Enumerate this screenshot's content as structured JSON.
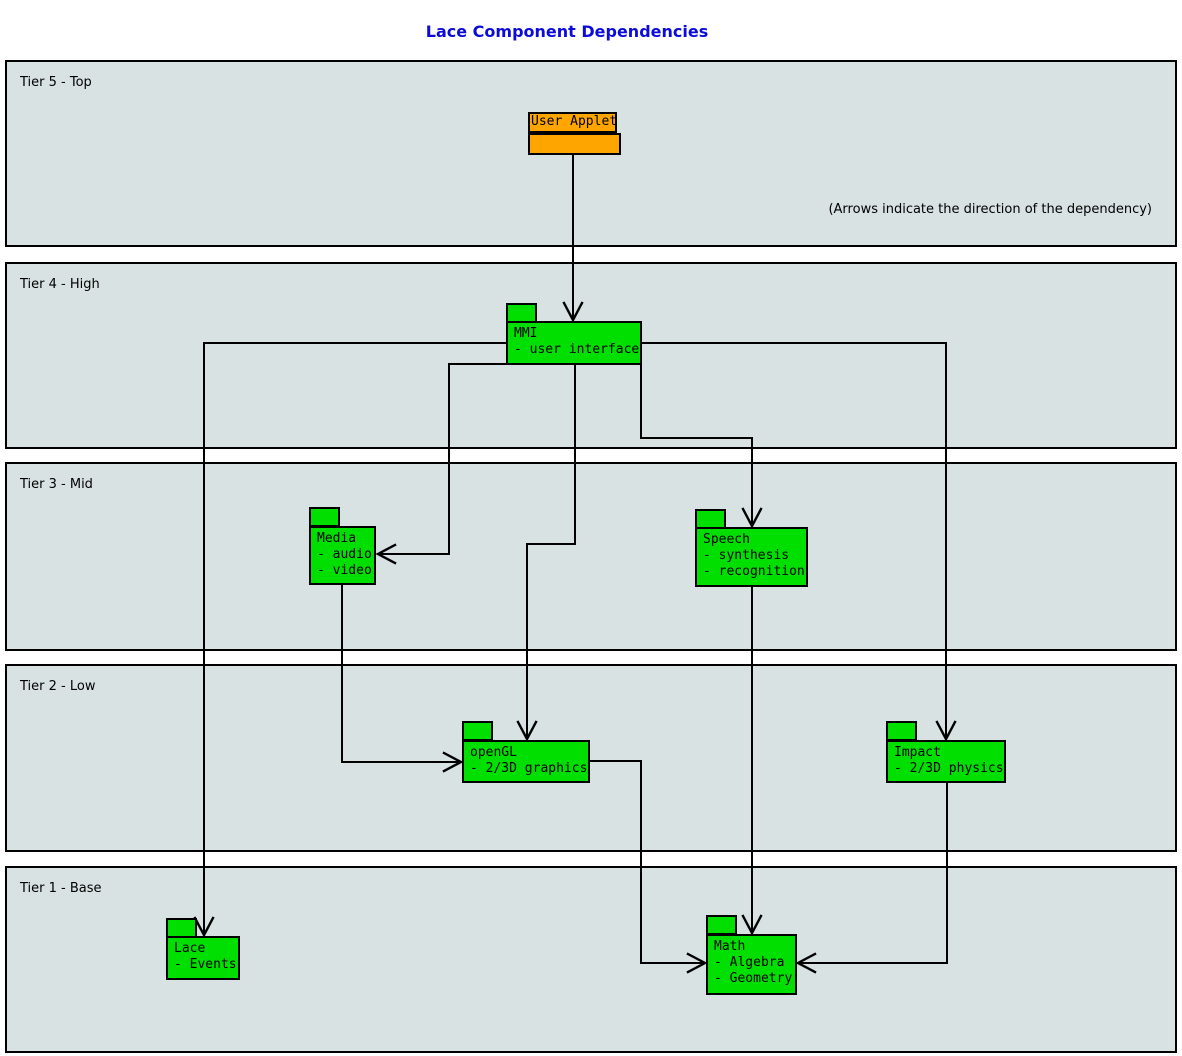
{
  "title": {
    "text": "Lace Component Dependencies"
  },
  "annotation": "(Arrows indicate the direction of the dependency)",
  "tiers": [
    {
      "label": "Tier 5 - Top"
    },
    {
      "label": "Tier 4 - High"
    },
    {
      "label": "Tier 3 - Mid"
    },
    {
      "label": "Tier 2 - Low"
    },
    {
      "label": "Tier 1 - Base"
    }
  ],
  "components": {
    "user_applet": {
      "lines": [
        "User Applet"
      ]
    },
    "mmi": {
      "lines": [
        "MMI",
        "- user interface"
      ]
    },
    "media": {
      "lines": [
        "Media",
        "- audio",
        "- video"
      ]
    },
    "speech": {
      "lines": [
        "Speech",
        "- synthesis",
        "- recognition"
      ]
    },
    "opengl": {
      "lines": [
        "openGL",
        "- 2/3D graphics"
      ]
    },
    "impact": {
      "lines": [
        "Impact",
        "- 2/3D physics"
      ]
    },
    "lace": {
      "lines": [
        "Lace",
        "- Events"
      ]
    },
    "math": {
      "lines": [
        "Math",
        "- Algebra",
        "- Geometry"
      ]
    }
  },
  "edges": [
    {
      "from": "User Applet",
      "to": "MMI"
    },
    {
      "from": "MMI",
      "to": "Media"
    },
    {
      "from": "MMI",
      "to": "Speech"
    },
    {
      "from": "MMI",
      "to": "openGL"
    },
    {
      "from": "MMI",
      "to": "Impact"
    },
    {
      "from": "MMI",
      "to": "Lace"
    },
    {
      "from": "Media",
      "to": "openGL"
    },
    {
      "from": "Speech",
      "to": "Math"
    },
    {
      "from": "openGL",
      "to": "Math"
    },
    {
      "from": "Impact",
      "to": "Math"
    }
  ],
  "colors": {
    "component_green": "#00df00",
    "user_applet_orange": "#ffa500",
    "tier_fill": "#d8e2e2",
    "title_blue": "#0b0bdb"
  }
}
